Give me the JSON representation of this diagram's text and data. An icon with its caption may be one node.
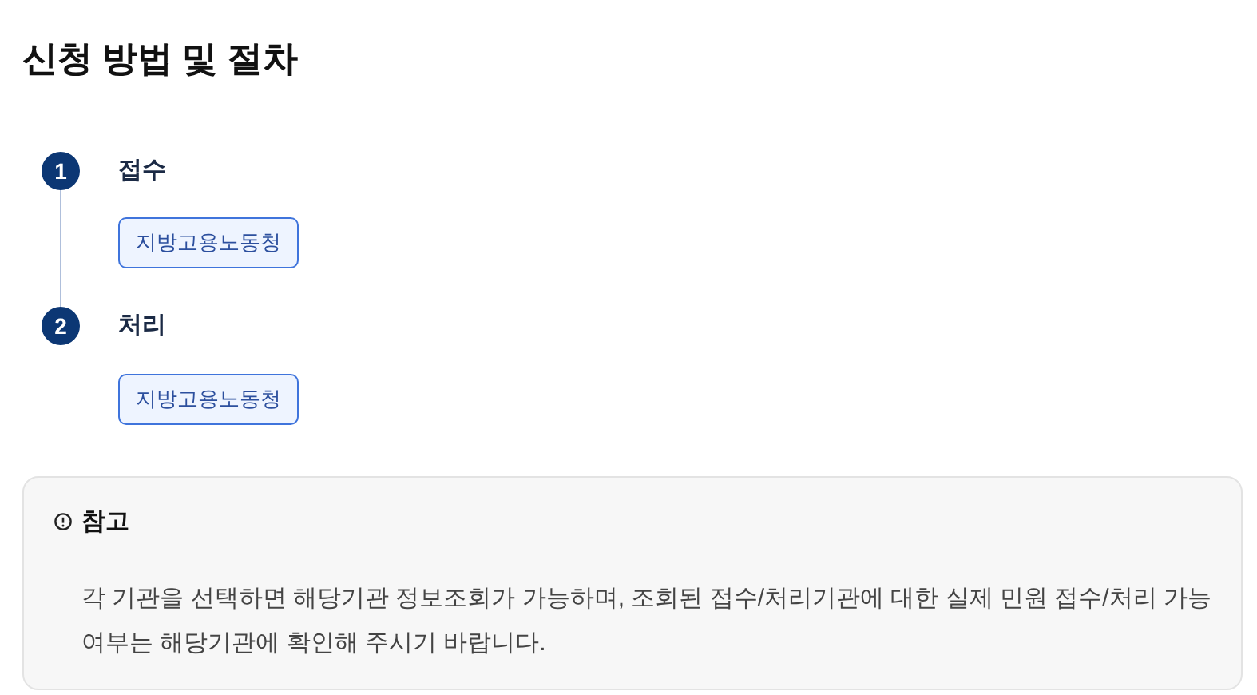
{
  "diagram": {
    "title": "신청 방법 및 절차",
    "nodes": [
      {
        "text": [
          "1"
        ],
        "beside": [
          "접수"
        ]
      },
      {
        "text": [
          "지방고용노동청"
        ]
      },
      {
        "text": [
          "2"
        ],
        "beside": [
          "처리"
        ]
      },
      {
        "text": [
          "지방고용노동청"
        ]
      },
      {
        "text": [
          "참고",
          "각 기관을 선택하면 해당기관 정보조회가 가능하며, 조회된 접수/처리기관에 대한 실제 민원 접수/처리 가능 여부는 해당기관에 확인해 주시기 바랍니다."
        ]
      }
    ],
    "edges": [
      {
        "from": 0,
        "to": 2,
        "arrow": "none"
      }
    ]
  }
}
